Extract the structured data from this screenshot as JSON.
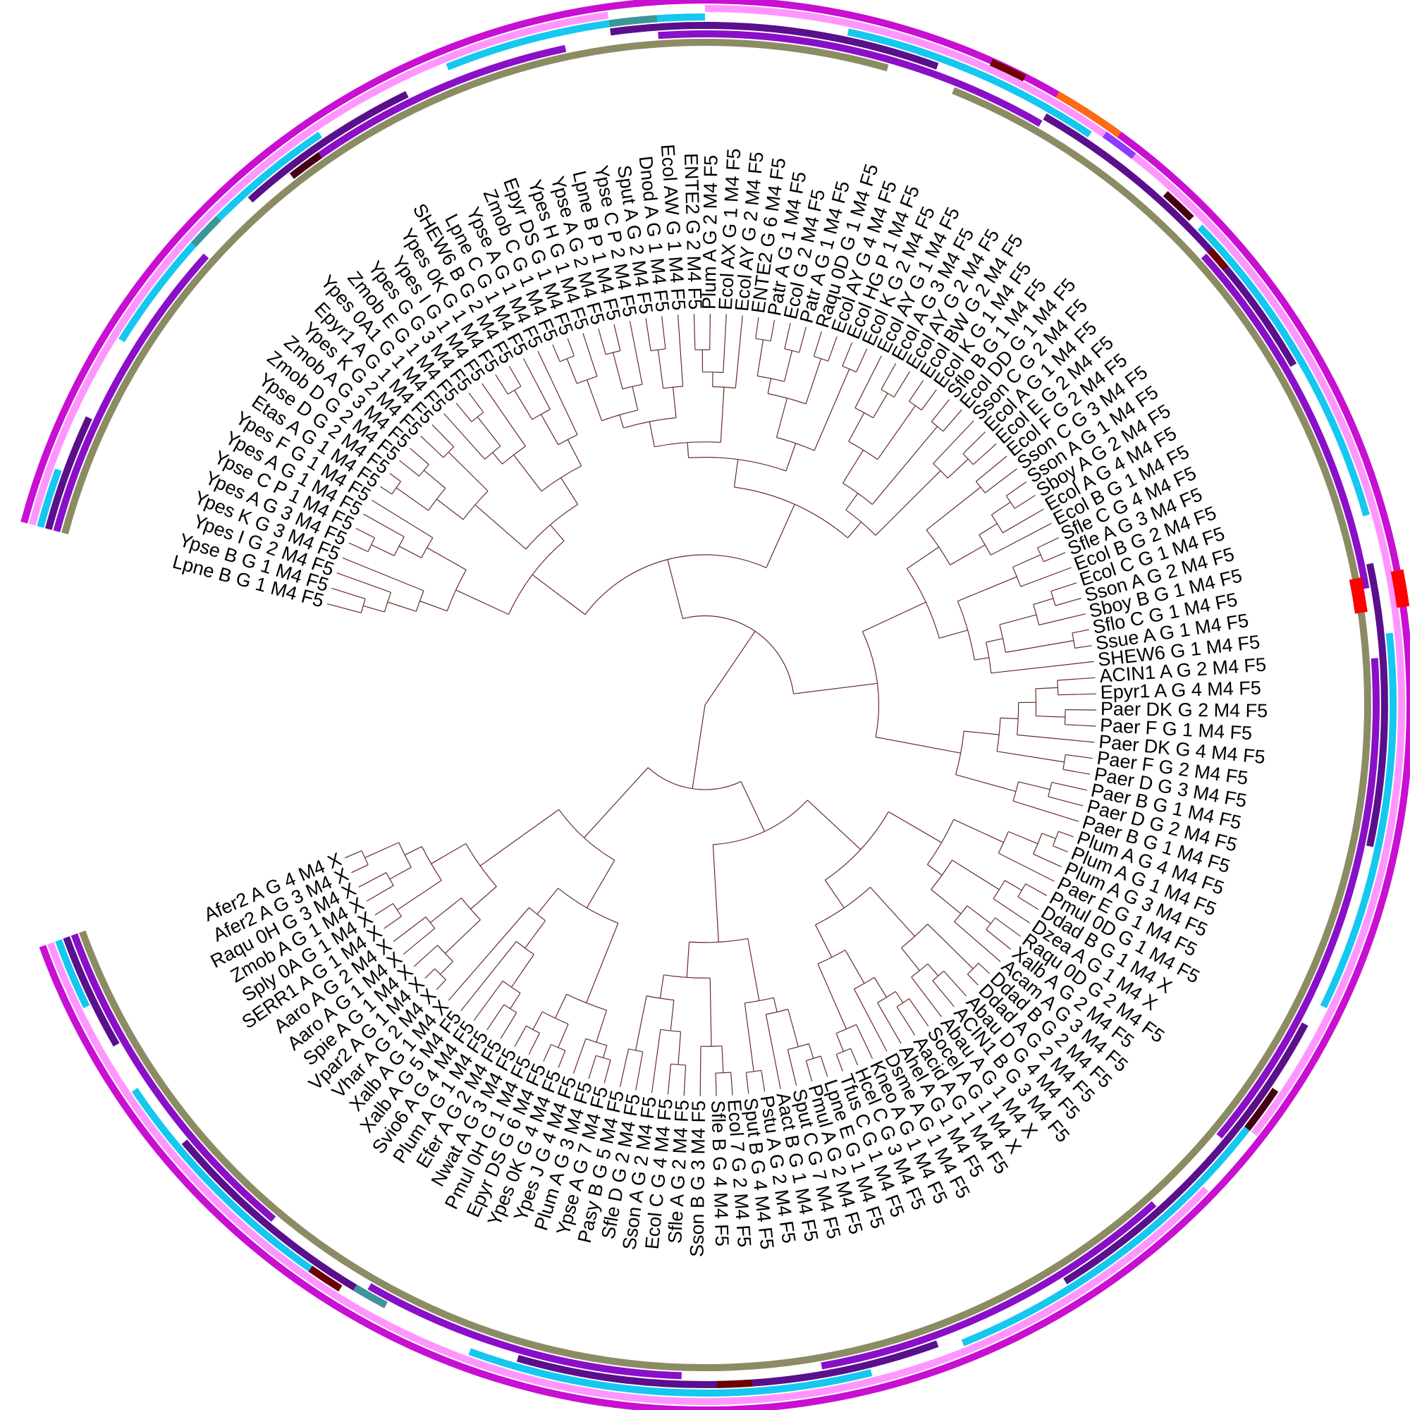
{
  "labels": [
    "Lpne B G 1 M4 F5",
    "Ypse B G 1 M4 F5",
    "Ypes I G 2 M4 F5",
    "Ypes K G 3 M4 F5",
    "Ypes A G 3 M4 F5",
    "Ypse C P 1 M4 F5",
    "Ypes A G 1 M4 F5",
    "Ypes F G 1 M4 F5",
    "Etas A G 1 M4 F5",
    "Ypse D G 2 M4 F5",
    "Zmob D G 2 M4 F5",
    "Zmob A G 3 M4 F5",
    "Ypes K G 2 M4 F5",
    "Epyr1 A G 1 M4 F5",
    "Ypes 0A1 G 1 M4 F5",
    "Zmob E G 1 M4 F5",
    "Ypes G G 3 M4 F5",
    "Ypes I G 1 M4 F5",
    "Ypes 0K G 1 M4 F5",
    "SHEW6 B G 2 M4 F5",
    "Lpne C G 1 M4 F5",
    "Ypse A G 1 M4 F5",
    "Zmob C G 1 M4 F5",
    "Epyr DS G 1 M4 F5",
    "Ypes H G 1 M4 F5",
    "Ypse A G 2 M4 F5",
    "Lpne B P 1 M4 F5",
    "Ypse C P 2 M4 F5",
    "Sput A G 2 M4 F5",
    "Dnod A G 1 M4 F5",
    "Ecol AW G 1 M4 F5",
    "ENTE2 G 2 M4 F5",
    "Plum A G 2 M4 F5",
    "Ecol AX G 1 M4 F5",
    "Ecol AY G 2 M4 F5",
    "ENTE2 G 6 M4 F5",
    "Patr A G 1 M4 F5",
    "Ecol G 2 M4 F5",
    "Patr A G 1 M4 F5",
    "Raqu 0D G 1 M4 F5",
    "Ecol AY G 4 M4 F5",
    "Ecol HG P 1 M4 F5",
    "Ecol K G 2 M4 F5",
    "Ecol AY G 1 M4 F5",
    "Ecol A G 3 M4 F5",
    "Ecol AY G 2 M4 F5",
    "Ecol BW G 2 M4 F5",
    "Ecol K G 1 M4 F5",
    "Sflo B G 1 M4 F5",
    "Ecol DD G 1 M4 F5",
    "Sson C G 2 M4 F5",
    "Ecol A G 1 M4 F5",
    "Ecol E G 2 M4 F5",
    "Ecol F G 2 M4 F5",
    "Sson C G 3 M4 F5",
    "Sson A G 1 M4 F5",
    "Sboy A G 2 M4 F5",
    "Ecol A G 4 M4 F5",
    "Ecol B G 1 M4 F5",
    "Sfle C G 4 M4 F5",
    "Sfle A G 3 M4 F5",
    "Ecol B G 2 M4 F5",
    "Ecol C G 1 M4 F5",
    "Sson A G 2 M4 F5",
    "Sboy B G 1 M4 F5",
    "Sflo C G 1 M4 F5",
    "Ssue A G 1 M4 F5",
    "SHEW6 G 1 M4 F5",
    "ACIN1 A G 2 M4 F5",
    "Epyr1 A G 4 M4 F5",
    "Paer DK G 2 M4 F5",
    "Paer F G 1 M4 F5",
    "Paer DK G 4 M4 F5",
    "Paer F G 2 M4 F5",
    "Paer D G 3 M4 F5",
    "Paer B G 1 M4 F5",
    "Paer D G 2 M4 F5",
    "Paer B G 1 M4 F5",
    "Plum A G 4 M4 F5",
    "Plum A G 1 M4 F5",
    "Plum A G 3 M4 F5",
    "Paer E G 1 M4 F5",
    "Pmul 0D G 1 M4 F5",
    "Ddad B G 1 M4 X",
    "Dzea A G 1 M4 X",
    "Raqu 0D G 2 M4 F5",
    "Xalb A G 2 M4 F5",
    "Acam A G 3 M4 F5",
    "Ddad B G 2 M4 F5",
    "Ddad A G 2 M4 F5",
    "Abau D G 4 M4 F5",
    "ACIN1 B G 3 M4 F5",
    "Abau A G 1 M4 X",
    "Socel A G 1 M4 X",
    "Aacid A G 1 M4 F5",
    "Ahel A G 1 M4 F5",
    "Dsme A G 1 M4 F5",
    "Kneo A G 1 M4 F5",
    "Hcel C G 3 M4 F5",
    "Tfus C G 1 M4 F5",
    "Lpne E G 1 M4 F5",
    "Pmul A G 2 M4 F5",
    "Sput C G 7 M4 F5",
    "Aact B G 1 M4 F5",
    "Pstu A G 2 M4 F5",
    "Sput B G 4 M4 F5",
    "Ecol 7 G 2 M4 F5",
    "Sfle B G 4 M4 F5",
    "Sson B G 3 M4 F5",
    "Sfle A G 2 M4 F5",
    "Ecol C G 4 M4 F5",
    "Sson A G 2 M4 F5",
    "Sfle D G 2 M4 F5",
    "Pasy B G 5 M4 F5",
    "Ypse A G 7 M4 F5",
    "Plum A G 3 M4 F5",
    "Ypes J G 4 M4 F5",
    "Ypes 0K G 4 M4 F5",
    "Epyr DS G 6 M4 F5",
    "Pmul 0H G 1 M4 F5",
    "Nwat A G 3 M4 F5",
    "Efer A G 2 M4 F5",
    "Plum A G 1 M4 F5",
    "Svio6 A G 4 M4 F5",
    "Xalb A G 5 M4 F5",
    "Xalb A G 1 M4 X",
    "Vhar A G 2 M4 X",
    "Vpar2 A G 1 M4 X",
    "Spie A G 1 M4 X",
    "Aaro A G 1 M4 X",
    "Aaro A G 2 M4 X",
    "SERR1 A G 1 M4 X",
    "Sply 0A G 1 M4 X",
    "Zmob A G 1 M4 X",
    "Raqu 0H G 3 M4 X",
    "Afer2 A G 3 M4 X",
    "Afer2 A G 4 M4 X"
  ],
  "colors": {
    "branch": "#6b2a2a",
    "ring1": "#8c8c64",
    "ring2": "#8a0fc8",
    "ring3": "#5a0f8c",
    "ring4": "#14c8f0",
    "ring5": "#ff96ff",
    "ring6": "#c80fd2",
    "accent_red": "#ff0000",
    "accent_orange": "#ff6a14",
    "accent_darkred": "#6e0000",
    "accent_teal": "#3c9696",
    "accent_maroon": "#460014",
    "accent_violet": "#8c3cff"
  }
}
